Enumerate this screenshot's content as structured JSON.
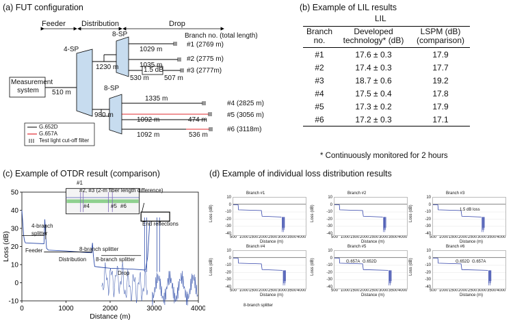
{
  "panel_a": {
    "title": "(a) FUT configuration",
    "stages": {
      "feeder": "Feeder",
      "distribution": "Distribution",
      "drop": "Drop"
    },
    "branch_header": "Branch no. (total length)",
    "measurement_system": "Measurement\nsystem",
    "splitters": {
      "sp4": "4-SP",
      "sp8_top": "8-SP",
      "sp8_bottom": "8-SP"
    },
    "lengths": {
      "feeder": "510 m",
      "dist_top": "1230 m",
      "dist_bottom": "980 m",
      "b1": "1029 m",
      "b2": "1035 m",
      "b3a": "530 m",
      "b3b": "507 m",
      "loss_box": "1.5 dB",
      "b4": "1335 m",
      "b5a": "1092 m",
      "b5b": "474 m",
      "b6a": "1092 m",
      "b6b": "536 m"
    },
    "branches": [
      "#1 (2769 m)",
      "#2 (2775 m)",
      "#3 (2777m)",
      "#4 (2825 m)",
      "#5 (3056 m)",
      "#6 (3118m)"
    ],
    "legend": [
      {
        "label": "G.652D",
        "color": "#000000"
      },
      {
        "label": "G.657A",
        "color": "#e0282e"
      },
      {
        "label": "Test light cut-off filter",
        "icon": "filter-icon"
      }
    ]
  },
  "panel_b": {
    "title": "(b) Example of LIL results",
    "group_header": "LIL",
    "columns": [
      "Branch\nno.",
      "Developed\ntechnology* (dB)",
      "LSPM (dB)\n(comparison)"
    ],
    "rows": [
      [
        "#1",
        "17.6 ± 0.3",
        "17.9"
      ],
      [
        "#2",
        "17.4 ± 0.3",
        "17.7"
      ],
      [
        "#3",
        "18.7 ± 0.6",
        "19.2"
      ],
      [
        "#4",
        "17.5 ± 0.4",
        "17.8"
      ],
      [
        "#5",
        "17.3 ± 0.2",
        "17.9"
      ],
      [
        "#6",
        "17.2 ± 0.3",
        "17.1"
      ]
    ],
    "footnote": "* Continuously monitored for 2 hours"
  },
  "panel_c": {
    "title": "(c) Example of OTDR result (comparison)",
    "annotations": {
      "b1": "#1",
      "b23": "#2, #3 (2-m fiber length difference)",
      "b4": "#4",
      "b5": "#5",
      "b6": "#6",
      "splitter4": "4-branch\nsplitter",
      "feeder": "Feeder",
      "distribution": "Distribution",
      "splitter8_inset": "8-branch splitter",
      "splitter8": "8-branch splitter",
      "drop": "Drop",
      "end_reflections": "End reflections"
    },
    "chart_data": {
      "type": "line",
      "xlabel": "Distance (m)",
      "ylabel": "Loss (dB)",
      "xlim": [
        0,
        4000
      ],
      "ylim": [
        -10,
        50
      ],
      "xticks": [
        0,
        1000,
        2000,
        3000,
        4000
      ],
      "yticks": [
        -10,
        0,
        10,
        20,
        30,
        40,
        50
      ],
      "series": [
        {
          "color": "#2b4aa8",
          "x": [
            0,
            20,
            40,
            60,
            80,
            500,
            520,
            540,
            560,
            600,
            1000,
            1580,
            1600,
            1620,
            1650,
            1800,
            2000,
            2500,
            2800,
            2850,
            2900
          ],
          "y": [
            40,
            33,
            26,
            23,
            22,
            21.5,
            35,
            26,
            19,
            18,
            17.5,
            16.5,
            22,
            15,
            9,
            8.5,
            8,
            7.5,
            7,
            14,
            34
          ]
        }
      ]
    }
  },
  "panel_d": {
    "title": "(d) Example of individual loss distribution results",
    "annotation": "8-branch splitter",
    "charts": [
      {
        "title": "Branch #1",
        "ylabel": "Loss (dB)",
        "xlabel": "Distance (m)",
        "yticks": [
          "10",
          "0",
          "-10",
          "-20",
          "-30",
          "-40"
        ],
        "xticks": [
          "500",
          "1000",
          "1500",
          "2000",
          "2500",
          "3000",
          "3500",
          "4000"
        ],
        "end": 2769,
        "note": "",
        "note2": ""
      },
      {
        "title": "Branch #2",
        "ylabel": "Loss (dB)",
        "xlabel": "Distance (m)",
        "yticks": [
          "10",
          "0",
          "-10",
          "-20",
          "-30",
          "-40"
        ],
        "xticks": [
          "500",
          "1000",
          "1500",
          "2000",
          "2500",
          "3000",
          "3500",
          "4000"
        ],
        "end": 2775,
        "note": "",
        "note2": ""
      },
      {
        "title": "Branch #3",
        "ylabel": "Loss (dB)",
        "xlabel": "Distance (m)",
        "yticks": [
          "10",
          "0",
          "-10",
          "-20",
          "-30",
          "-40"
        ],
        "xticks": [
          "500",
          "1000",
          "1500",
          "2000",
          "2500",
          "3000",
          "3500",
          "4000"
        ],
        "end": 2777,
        "note": "1.5 dB loss",
        "note2": ""
      },
      {
        "title": "Branch #4",
        "ylabel": "Loss (dB)",
        "xlabel": "Distance (m)",
        "yticks": [
          "10",
          "0",
          "-10",
          "-20",
          "-30",
          "-40"
        ],
        "xticks": [
          "500",
          "1000",
          "1500",
          "2000",
          "2500",
          "3000",
          "3500",
          "4000"
        ],
        "end": 2825,
        "note": "",
        "note2": ""
      },
      {
        "title": "Branch #5",
        "ylabel": "Loss (dB)",
        "xlabel": "Distance (m)",
        "yticks": [
          "10",
          "0",
          "-10",
          "-20",
          "-30",
          "-40"
        ],
        "xticks": [
          "500",
          "1000",
          "1500",
          "2000",
          "2500",
          "3000",
          "3500",
          "4000"
        ],
        "end": 3056,
        "note": "G.657A",
        "note2": "G.652D"
      },
      {
        "title": "Branch #6",
        "ylabel": "Loss (dB)",
        "xlabel": "Distance (m)",
        "yticks": [
          "10",
          "0",
          "-10",
          "-20",
          "-30",
          "-40"
        ],
        "xticks": [
          "500",
          "1000",
          "1500",
          "2000",
          "2500",
          "3000",
          "3500",
          "4000"
        ],
        "end": 3118,
        "note": "G.652D",
        "note2": "G.657A"
      }
    ]
  }
}
